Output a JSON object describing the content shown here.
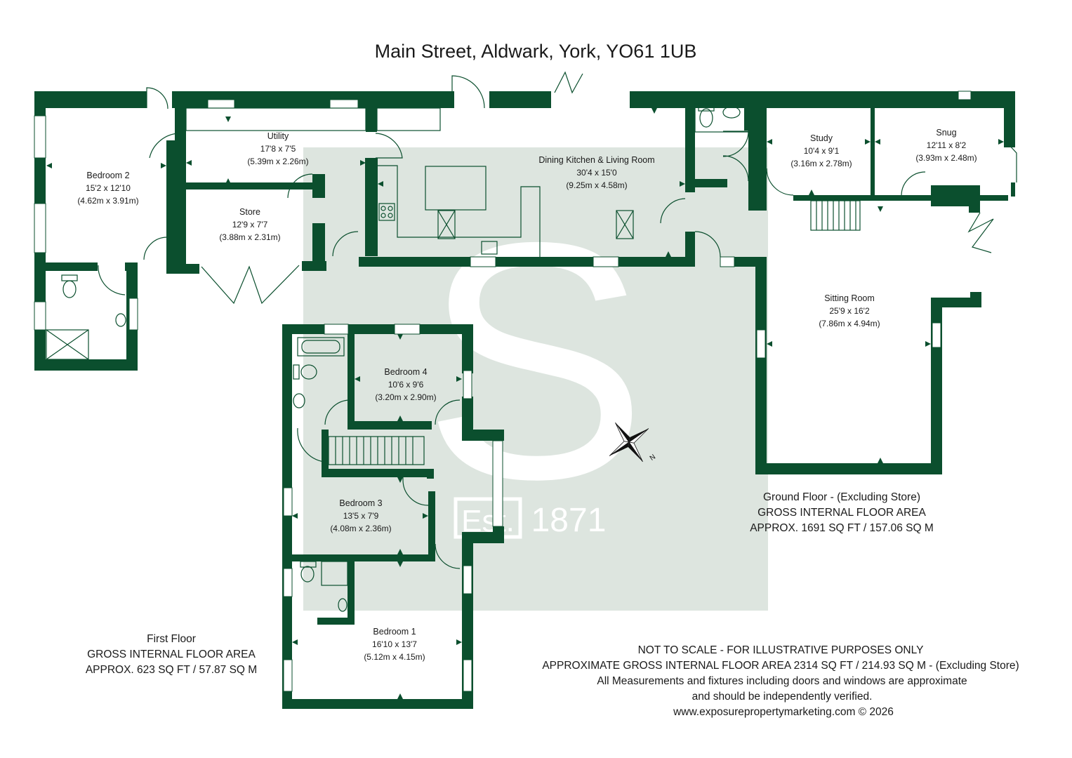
{
  "title": "Main Street, Aldwark, York, YO61 1UB",
  "watermark": {
    "letter": "S",
    "est": "Est.",
    "year": "1871"
  },
  "rooms": [
    {
      "id": "bedroom-2",
      "name": "Bedroom 2",
      "imperial": "15'2 x 12'10",
      "metric": "(4.62m x 3.91m)"
    },
    {
      "id": "utility",
      "name": "Utility",
      "imperial": "17'8 x 7'5",
      "metric": "(5.39m x 2.26m)"
    },
    {
      "id": "store",
      "name": "Store",
      "imperial": "12'9 x 7'7",
      "metric": "(3.88m x 2.31m)"
    },
    {
      "id": "dining-kitchen",
      "name": "Dining Kitchen & Living Room",
      "imperial": "30'4 x 15'0",
      "metric": "(9.25m x 4.58m)"
    },
    {
      "id": "study",
      "name": "Study",
      "imperial": "10'4 x 9'1",
      "metric": "(3.16m x 2.78m)"
    },
    {
      "id": "snug",
      "name": "Snug",
      "imperial": "12'11 x 8'2",
      "metric": "(3.93m x 2.48m)"
    },
    {
      "id": "sitting-room",
      "name": "Sitting Room",
      "imperial": "25'9 x 16'2",
      "metric": "(7.86m x 4.94m)"
    },
    {
      "id": "bedroom-4",
      "name": "Bedroom 4",
      "imperial": "10'6 x 9'6",
      "metric": "(3.20m x 2.90m)"
    },
    {
      "id": "bedroom-3",
      "name": "Bedroom 3",
      "imperial": "13'5 x 7'9",
      "metric": "(4.08m x 2.36m)"
    },
    {
      "id": "bedroom-1",
      "name": "Bedroom 1",
      "imperial": "16'10 x 13'7",
      "metric": "(5.12m x 4.15m)"
    }
  ],
  "ground_floor": {
    "line1": "Ground Floor - (Excluding Store)",
    "line2": "GROSS INTERNAL FLOOR AREA",
    "line3": "APPROX. 1691 SQ FT / 157.06 SQ M"
  },
  "first_floor": {
    "line1": "First Floor",
    "line2": "GROSS INTERNAL FLOOR AREA",
    "line3": "APPROX. 623 SQ FT / 57.87 SQ M"
  },
  "disclaimer": [
    "NOT TO SCALE - FOR ILLUSTRATIVE PURPOSES ONLY",
    "APPROXIMATE GROSS INTERNAL FLOOR AREA 2314 SQ FT / 214.93 SQ M - (Excluding Store)",
    "All Measurements and fixtures including doors and windows are approximate",
    "and should be independently verified.",
    "www.exposurepropertymarketing.com © 2026"
  ],
  "compass": {
    "north_label": "N"
  },
  "colors": {
    "wall": "#0b4f2e",
    "watermark": "#dde5df",
    "text": "#1a1a1a"
  }
}
